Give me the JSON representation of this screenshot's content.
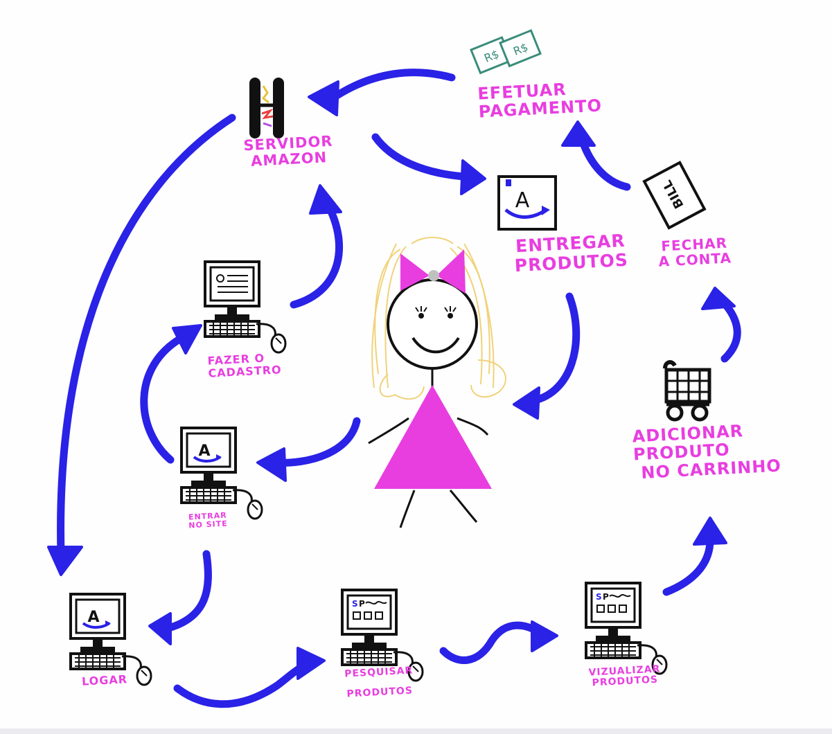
{
  "colors": {
    "arrow": "#2a22e6",
    "label": "#e83ee0",
    "ink": "#111111",
    "hair": "#f1d27a",
    "dress": "#e83ee0",
    "money": "#3a8c7a"
  },
  "labels": {
    "servidor": [
      "SERVIDOR",
      "AMAZON"
    ],
    "efetuar": [
      "EFETUAR",
      "PAGAMENTO"
    ],
    "entregar": [
      "ENTREGAR",
      "PRODUTOS"
    ],
    "fechar": [
      "FECHAR",
      "A CONTA"
    ],
    "fazer": [
      "FAZER O",
      "CADASTRO"
    ],
    "adicionar": [
      "ADICIONAR",
      "PRODUTO",
      "NO CARRINHO"
    ],
    "entrar": [
      "ENTRAR",
      "NO SITE"
    ],
    "logar": [
      "LOGAR"
    ],
    "pesquisar": [
      "PESQUISAR",
      "PRODUTOS"
    ],
    "visualizar": [
      "VIZUALIZAR",
      "PRODUTOS"
    ]
  },
  "icons": {
    "money_text": "R$",
    "bill_text": "BILL",
    "amazon_letter": "A",
    "search_letter": "SP"
  }
}
